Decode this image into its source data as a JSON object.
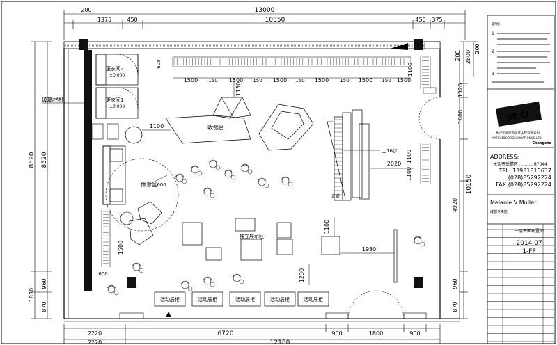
{
  "dimensions": {
    "top_total": "13000",
    "top_segments": [
      "200",
      "1375",
      "450",
      "10350",
      "450",
      "375"
    ],
    "top_shelf_segments": [
      "1500",
      "1500",
      "1500",
      "1500",
      "1500",
      "1500",
      "1500"
    ],
    "top_shelf_gaps": [
      "150",
      "150",
      "150",
      "150",
      "150",
      "150"
    ],
    "top_right_stack": [
      "200",
      "2800",
      "200"
    ],
    "left_vertical": [
      "8520",
      "8520"
    ],
    "left_bottom": [
      "960",
      "870",
      "1830"
    ],
    "right_vertical": [
      "1100",
      "1320",
      "1600",
      "1100",
      "1100",
      "10150",
      "4920",
      "960",
      "870"
    ],
    "bottom_row1": [
      "2220",
      "6720",
      "900",
      "1800",
      "900"
    ],
    "bottom_total": "12180",
    "bottom_left_2": "2220",
    "inner": [
      "600",
      "1150",
      "1100",
      "2020",
      "1100",
      "1980",
      "1230",
      "600",
      "1500",
      "600"
    ]
  },
  "labels": {
    "fitting_room_1": "更衣间2",
    "fitting_room_1_level": "±0.000",
    "fitting_room_2": "更衣间1",
    "fitting_room_2_level": "±0.000",
    "cashier": "收银台",
    "rest_area": "休息区",
    "display_area": "独立展示区",
    "glass_railing": "玻璃栏杆",
    "stairs": "上16步",
    "corridor": "走道",
    "activity_cabinets": [
      "活动展柜",
      "活动展柜",
      "活动展柜",
      "活动展柜",
      "活动展柜"
    ]
  },
  "title_block": {
    "notes_title": "说明：",
    "notes": [
      "1",
      "2",
      "3"
    ],
    "company_cn": "长沙亚迪装饰设计工程有限公司",
    "company_en": "MAFEIMDOORDECORATIONCO.LTD",
    "city": "Changsha",
    "address_label": "ADDRESS:",
    "address_value": "长沙市岳麓区  ..........  67044",
    "tel": "TPL: 13981815637",
    "phone": "(028)85292224",
    "fax": "FAX:(028)85292224",
    "project": "Melanie V Muller",
    "project_cn": "成都专卖店",
    "drawing_name": "一层平面布置图",
    "date": "2014.07",
    "drawing_no": "1-FF"
  },
  "colors": {
    "line": "#000000",
    "bg": "#ffffff",
    "wall_fill": "#1a1a1a",
    "grey": "#555555"
  }
}
